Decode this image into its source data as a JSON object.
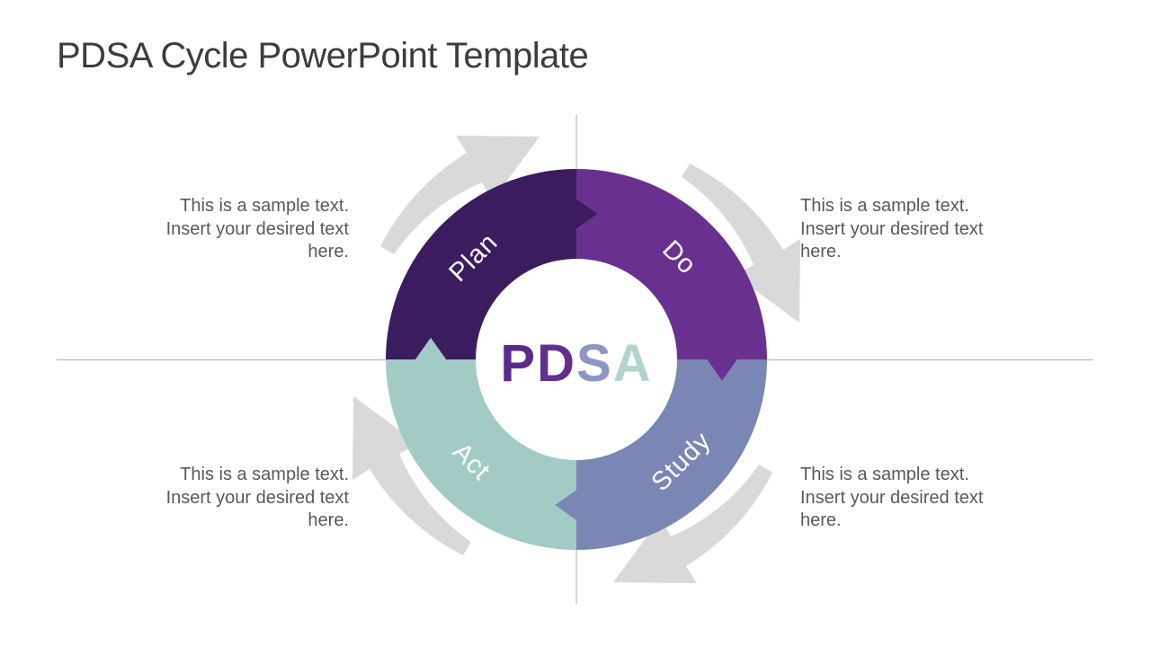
{
  "slide": {
    "title": "PDSA Cycle PowerPoint Template"
  },
  "diagram": {
    "acronym": {
      "letters": [
        {
          "char": "P",
          "color": "#5A2A8B"
        },
        {
          "char": "D",
          "color": "#61308F"
        },
        {
          "char": "S",
          "color": "#8C96C6"
        },
        {
          "char": "A",
          "color": "#B1D4CF"
        }
      ]
    },
    "segments": [
      {
        "label": "Plan",
        "color": "#3B1D5F",
        "position": "top-left"
      },
      {
        "label": "Do",
        "color": "#693090",
        "position": "top-right"
      },
      {
        "label": "Study",
        "color": "#7A87B4",
        "position": "bottom-right"
      },
      {
        "label": "Act",
        "color": "#A3CBC6",
        "position": "bottom-left"
      }
    ],
    "rotation_arrow_color": "#D9D9D9",
    "guide_line_color": "#AFAFAF",
    "center_disc_color": "#FFFFFF"
  },
  "placeholders": [
    {
      "position": "top-left",
      "align": "right",
      "lines": [
        "This is a sample text.",
        "Insert your desired text",
        "here."
      ]
    },
    {
      "position": "top-right",
      "align": "left",
      "lines": [
        "This is a sample text.",
        "Insert your desired text",
        "here."
      ]
    },
    {
      "position": "bottom-left",
      "align": "right",
      "lines": [
        "This is a sample text.",
        "Insert your desired text",
        "here."
      ]
    },
    {
      "position": "bottom-right",
      "align": "left",
      "lines": [
        "This is a sample text.",
        "Insert your desired text",
        "here."
      ]
    }
  ]
}
